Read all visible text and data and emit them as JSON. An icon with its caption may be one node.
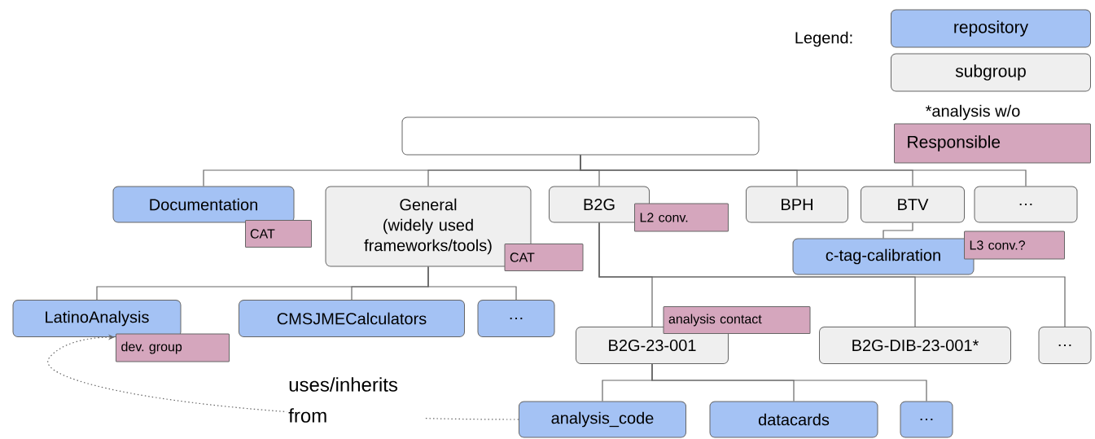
{
  "diagram": {
    "nodes": [
      {
        "text": [],
        "shape": "box"
      },
      {
        "text": [
          "Documentation"
        ]
      },
      {
        "text": [
          "CAT"
        ]
      },
      {
        "text": [
          "General (widely used frameworks/tools)"
        ]
      },
      {
        "text": [
          "CAT"
        ]
      },
      {
        "text": [
          "B2G"
        ]
      },
      {
        "text": [
          "L2 conv."
        ]
      },
      {
        "text": [
          "BPH"
        ]
      },
      {
        "text": [
          "BTV"
        ]
      },
      {
        "text": [
          "…"
        ]
      },
      {
        "text": [
          "c-tag-calibration"
        ]
      },
      {
        "text": [
          "L3 conv.?"
        ]
      },
      {
        "text": [
          "LatinoAnalysis"
        ]
      },
      {
        "text": [
          "dev. group"
        ]
      },
      {
        "text": [
          "CMSJMECalculators"
        ]
      },
      {
        "text": [
          "…"
        ]
      },
      {
        "text": [
          "B2G-23-001"
        ]
      },
      {
        "text": [
          "analysis contact"
        ]
      },
      {
        "text": [
          "B2G-DIB-23-001*"
        ]
      },
      {
        "text": [
          "…"
        ]
      },
      {
        "text": [
          "analysis_code"
        ]
      },
      {
        "text": [
          "datacards"
        ]
      },
      {
        "text": [
          "…"
        ]
      }
    ],
    "edges": [
      {
        "from": 0,
        "to": 1,
        "arrow": "none"
      },
      {
        "from": 0,
        "to": 3,
        "arrow": "none"
      },
      {
        "from": 0,
        "to": 5,
        "arrow": "none"
      },
      {
        "from": 0,
        "to": 7,
        "arrow": "none"
      },
      {
        "from": 0,
        "to": 8,
        "arrow": "none"
      },
      {
        "from": 0,
        "to": 9,
        "arrow": "none"
      },
      {
        "from": 3,
        "to": 12,
        "arrow": "none"
      },
      {
        "from": 3,
        "to": 14,
        "arrow": "none"
      },
      {
        "from": 3,
        "to": 15,
        "arrow": "none"
      },
      {
        "from": 8,
        "to": 10,
        "arrow": "none"
      },
      {
        "from": 5,
        "to": 16,
        "arrow": "none"
      },
      {
        "from": 5,
        "to": 18,
        "arrow": "none"
      },
      {
        "from": 5,
        "to": 19,
        "arrow": "none"
      },
      {
        "from": 16,
        "to": 20,
        "arrow": "none"
      },
      {
        "from": 16,
        "to": 21,
        "arrow": "none"
      },
      {
        "from": 16,
        "to": 22,
        "arrow": "none"
      },
      {
        "from": 20,
        "to": 12,
        "arrow": "to",
        "style": "dashed",
        "label": "uses/inherits from"
      }
    ],
    "labels": [
      "Legend:",
      "*analysis w/o"
    ],
    "legend": [
      {
        "text": "repository",
        "color": "#a4c2f4"
      },
      {
        "text": "subgroup",
        "color": "#efefef"
      },
      {
        "text": "Responsible",
        "color": "#d5a6bd"
      }
    ]
  }
}
